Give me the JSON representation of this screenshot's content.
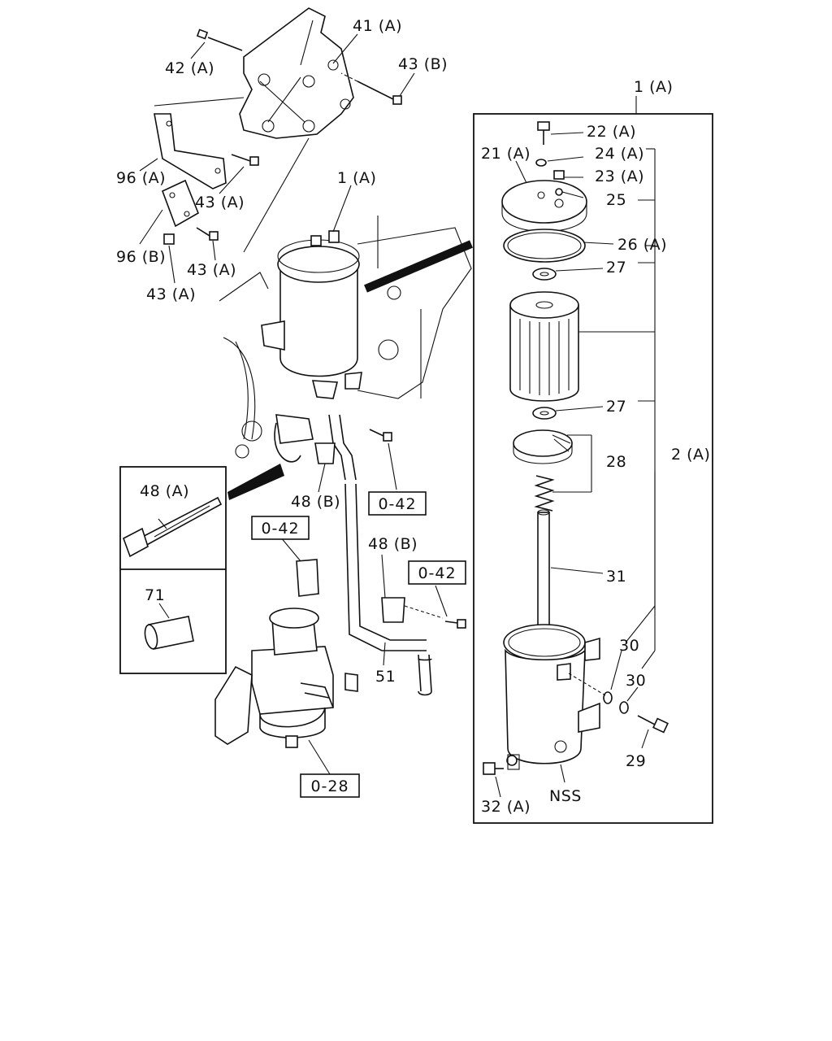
{
  "callouts": {
    "c41a": "41 (A)",
    "c42a": "42 (A)",
    "c43b": "43 (B)",
    "c96a": "96 (A)",
    "c43a_1": "43 (A)",
    "c96b": "96 (B)",
    "c43a_2": "43 (A)",
    "c43a_3": "43 (A)",
    "c1a_main": "1 (A)",
    "c48b_1": "48 (B)",
    "c48b_2": "48 (B)",
    "c51": "51",
    "c1a_box": "1 (A)",
    "c22a": "22 (A)",
    "c24a": "24 (A)",
    "c21a": "21 (A)",
    "c23a": "23 (A)",
    "c25": "25",
    "c26a": "26 (A)",
    "c27_1": "27",
    "c27_2": "27",
    "c28": "28",
    "c2a": "2 (A)",
    "c31": "31",
    "c30_1": "30",
    "c30_2": "30",
    "c29": "29",
    "c32a": "32 (A)",
    "cnss": "NSS"
  },
  "inset": {
    "top_label": "48 (A)",
    "bottom_label": "71"
  },
  "ref_boxes": {
    "r1": "0-42",
    "r2": "0-42",
    "r3": "0-42",
    "r4": "0-28"
  }
}
